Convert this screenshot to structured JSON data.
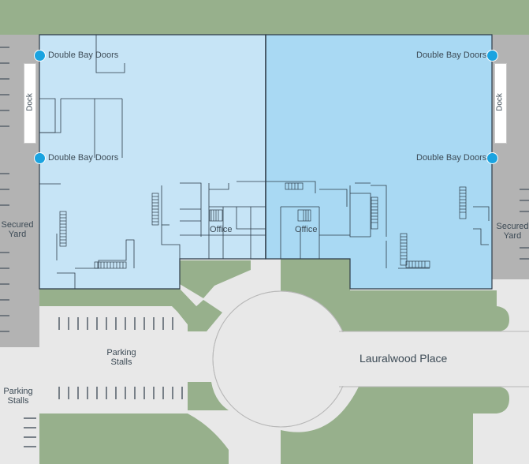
{
  "labels": {
    "double_bay_doors": "Double Bay Doors",
    "dock": "Dock",
    "secured_yard_line1": "Secured",
    "secured_yard_line2": "Yard",
    "office": "Office",
    "parking_line1": "Parking",
    "parking_line2": "Stalls",
    "road": "Lauralwood Place"
  },
  "colors": {
    "grass": "#97b08c",
    "pavement": "#e8e8e8",
    "yard": "#b3b3b3",
    "building_left": "#c6e4f6",
    "building_right": "#a9d9f3",
    "wall": "#2d3b48",
    "door": "#1aa3e0"
  }
}
